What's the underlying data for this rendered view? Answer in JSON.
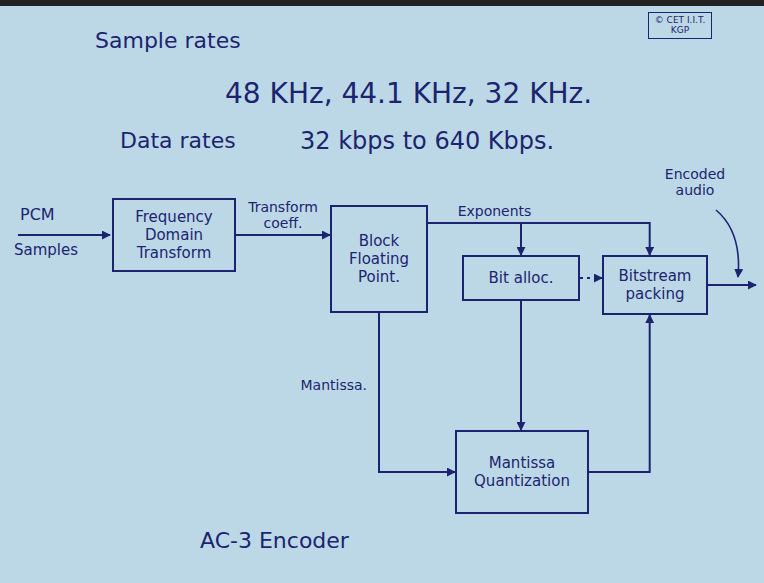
{
  "diagram": {
    "caption": "AC-3 Encoder",
    "nodes": [
      {
        "text": [
          "Frequency Domain Transform"
        ]
      },
      {
        "text": [
          "Block Floating Point."
        ]
      },
      {
        "text": [
          "Bit alloc."
        ]
      },
      {
        "text": [
          "Bitstream packing"
        ]
      },
      {
        "text": [
          "Mantissa Quantization"
        ]
      }
    ],
    "edges": [
      {
        "from": 0,
        "to": 1,
        "label": "Transform coeff.",
        "arrow": "to"
      },
      {
        "from": 1,
        "to": 3,
        "label": "Exponents",
        "arrow": "to"
      },
      {
        "from": 1,
        "to": 2,
        "arrow": "to"
      },
      {
        "from": 2,
        "to": 3,
        "arrow": "to"
      },
      {
        "from": 2,
        "to": 4,
        "arrow": "to"
      },
      {
        "from": 1,
        "to": 4,
        "label": "Mantissa.",
        "arrow": "to"
      },
      {
        "from": 4,
        "to": 3,
        "arrow": "to"
      }
    ],
    "labels": [
      "Sample rates",
      "48 KHz, 44.1 KHz, 32 KHz.",
      "Data rates",
      "32 kbps to 640 Kbps.",
      "PCM",
      "Samples",
      "Encoded audio",
      "© CET I.I.T. KGP"
    ]
  }
}
